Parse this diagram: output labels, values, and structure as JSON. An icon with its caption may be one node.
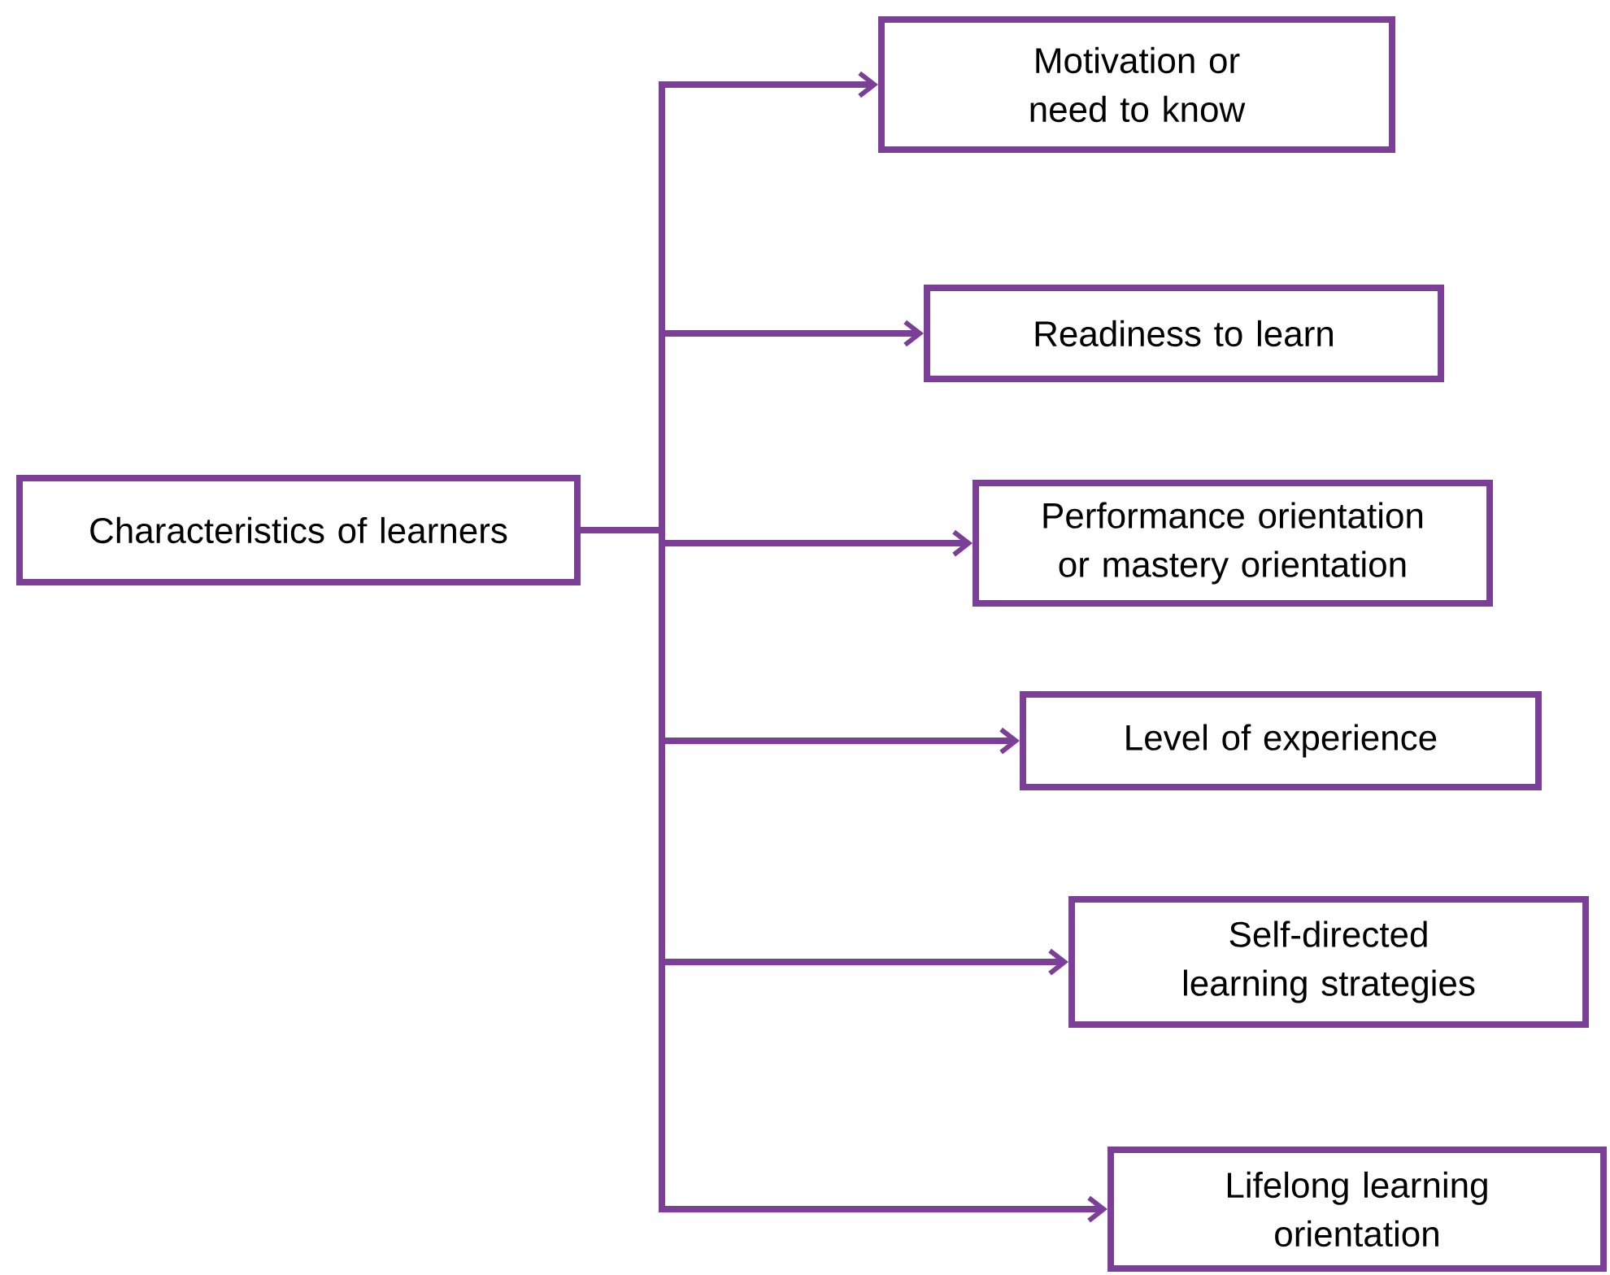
{
  "diagram": {
    "nodes": [
      {
        "text": [
          "Characteristics of learners"
        ]
      },
      {
        "text": [
          "Motivation or need to know"
        ]
      },
      {
        "text": [
          "Readiness to learn"
        ]
      },
      {
        "text": [
          "Performance orientation or mastery orientation"
        ]
      },
      {
        "text": [
          "Level of experience"
        ]
      },
      {
        "text": [
          "Self-directed learning strategies"
        ]
      },
      {
        "text": [
          "Lifelong learning orientation"
        ]
      }
    ],
    "edges": [
      {
        "from": 0,
        "to": 1,
        "arrow": "to"
      },
      {
        "from": 0,
        "to": 2,
        "arrow": "to"
      },
      {
        "from": 0,
        "to": 3,
        "arrow": "to"
      },
      {
        "from": 0,
        "to": 4,
        "arrow": "to"
      },
      {
        "from": 0,
        "to": 5,
        "arrow": "to"
      },
      {
        "from": 0,
        "to": 6,
        "arrow": "to"
      }
    ]
  }
}
